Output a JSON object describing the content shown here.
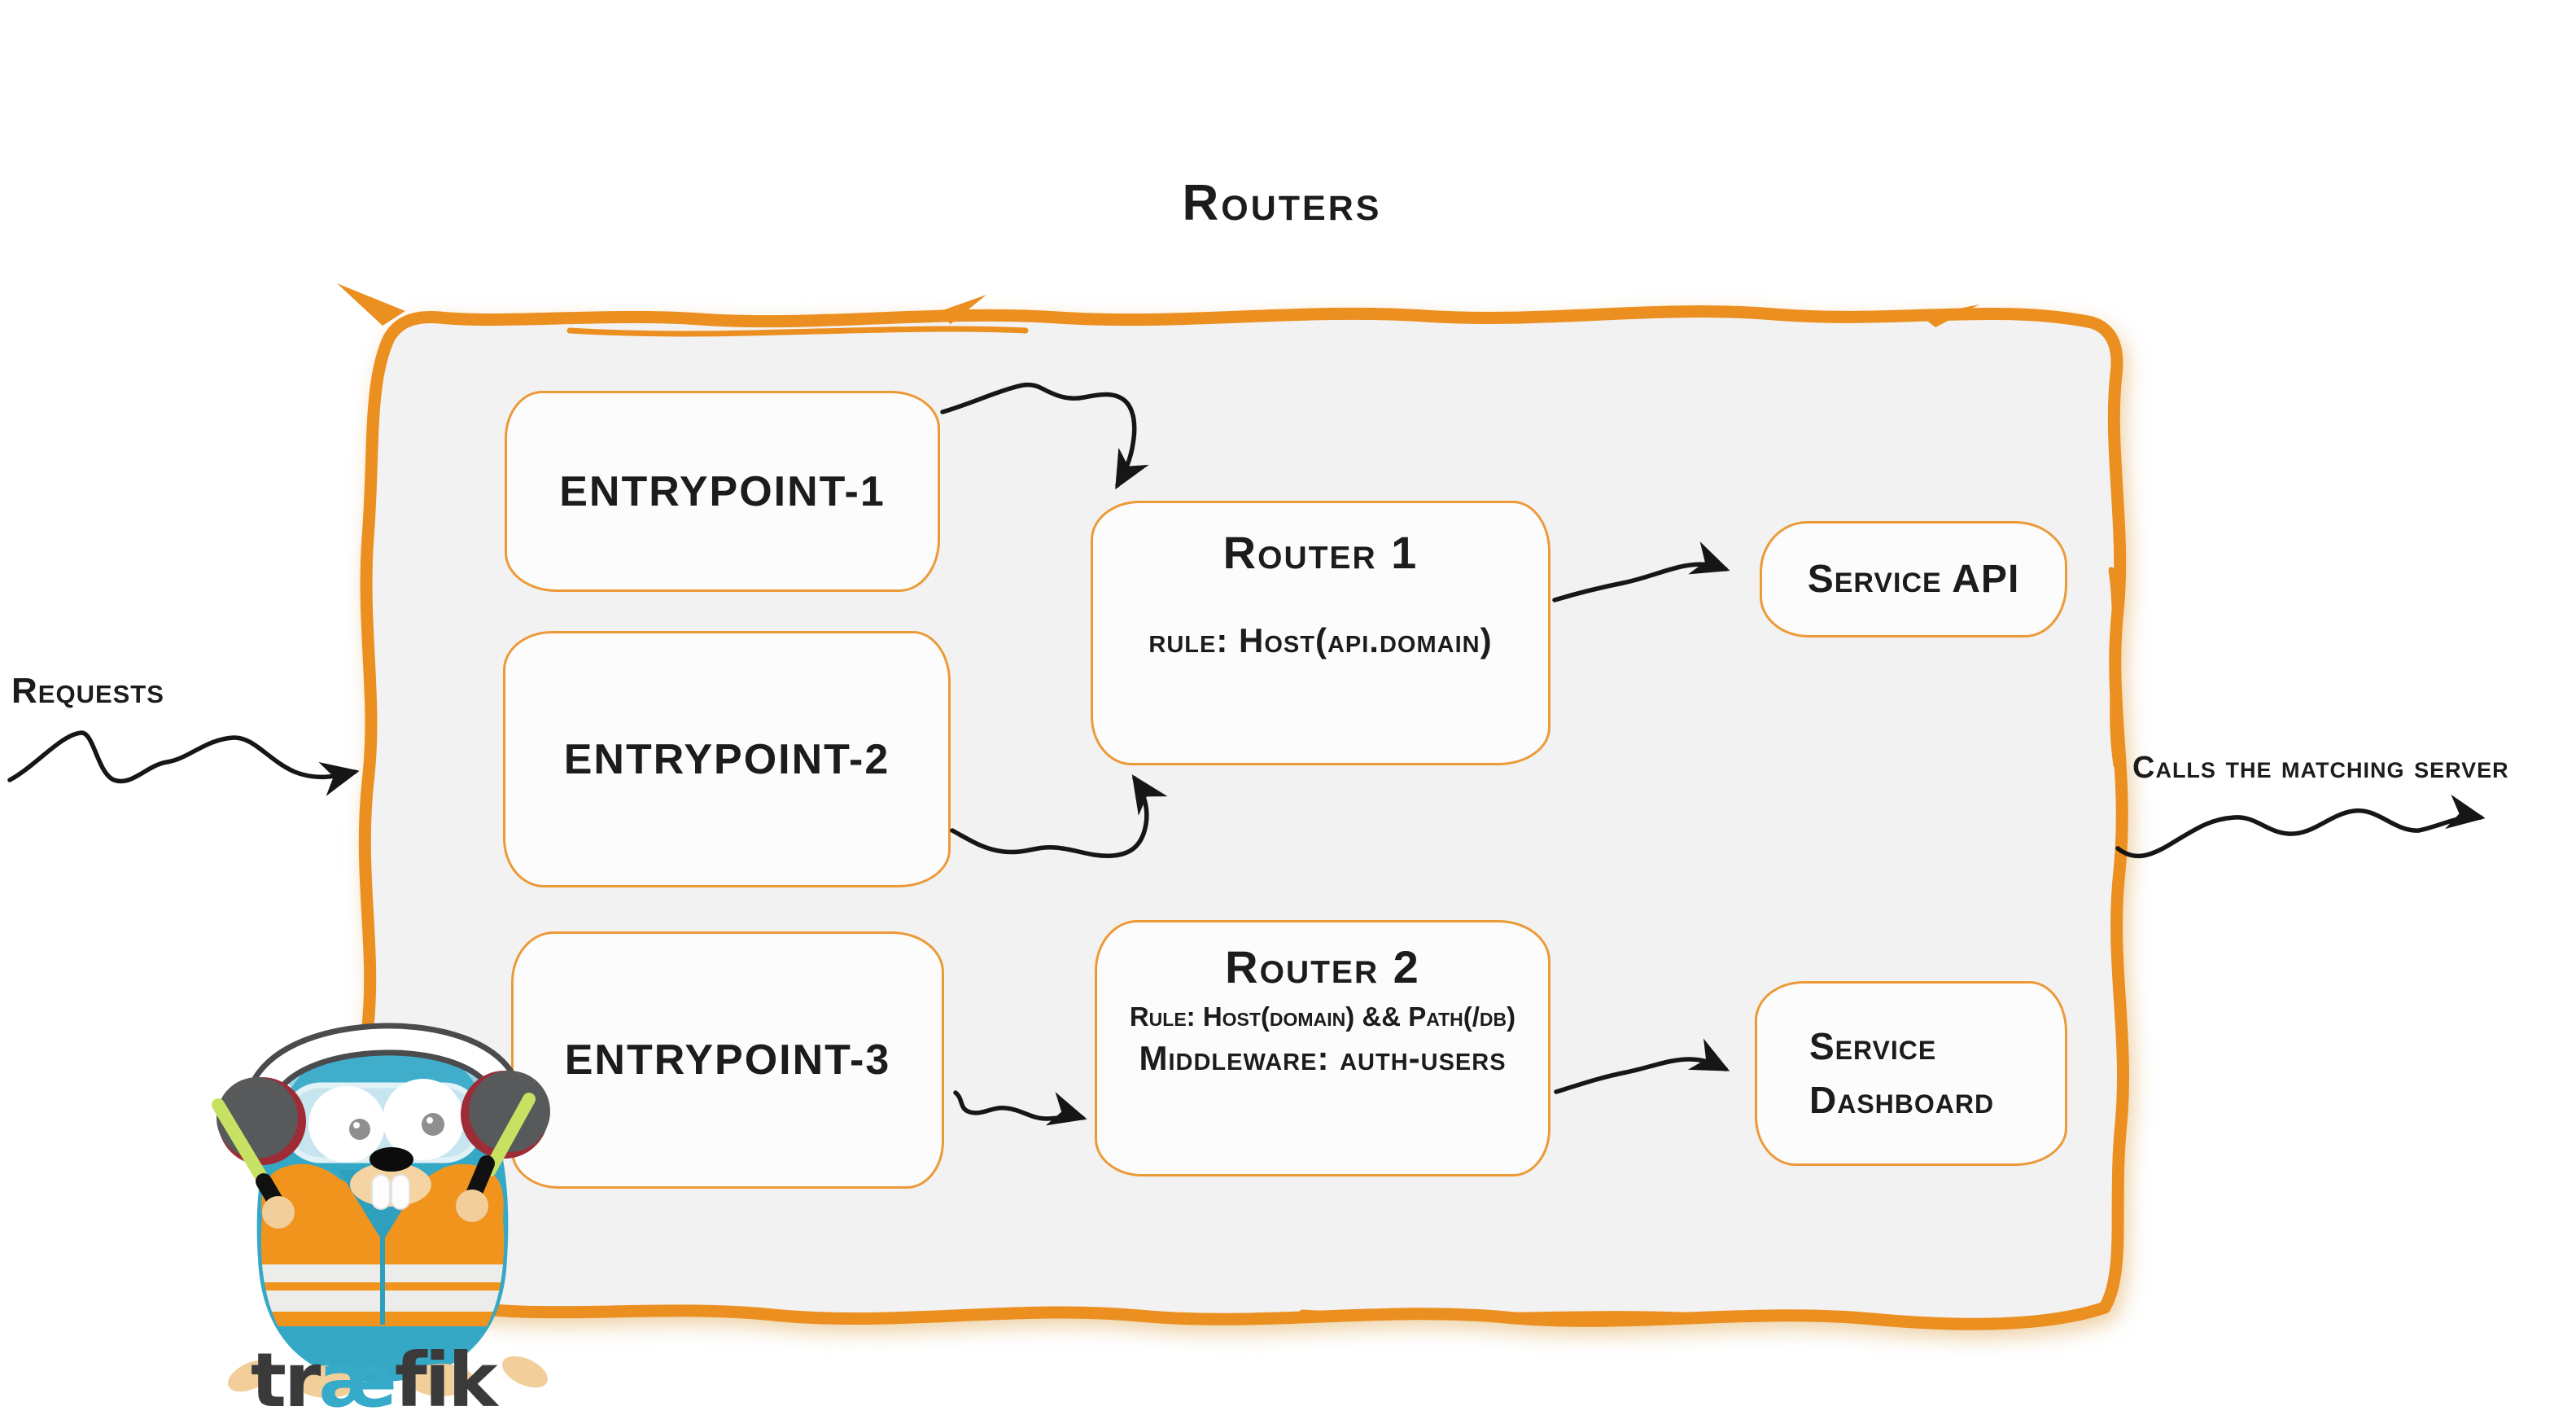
{
  "title": "Routers",
  "annotations": {
    "requests": "Requests",
    "calls": "Calls the matching server"
  },
  "entrypoints": [
    {
      "label": "ENTRYPOINT-1"
    },
    {
      "label": "ENTRYPOINT-2"
    },
    {
      "label": "ENTRYPOINT-3"
    }
  ],
  "routers": [
    {
      "name": "Router 1",
      "rule": "rule: Host(api.domain)"
    },
    {
      "name": "Router 2",
      "rule": "Rule: Host(domain) && Path(/db)",
      "middleware": "Middleware: auth-users"
    }
  ],
  "services": [
    {
      "label": "Service API"
    },
    {
      "label_line1": "Service",
      "label_line2": "Dashboard"
    }
  ],
  "logo": {
    "part1": "tr",
    "part2": "æ",
    "part3": "fik"
  },
  "connections": [
    {
      "from": "requests",
      "to": "routers-container"
    },
    {
      "from": "entrypoint-1",
      "to": "router-1"
    },
    {
      "from": "entrypoint-2",
      "to": "router-1"
    },
    {
      "from": "entrypoint-3",
      "to": "router-2"
    },
    {
      "from": "router-1",
      "to": "service-api"
    },
    {
      "from": "router-2",
      "to": "service-dashboard"
    },
    {
      "from": "routers-container",
      "to": "calls-the-matching-server"
    }
  ],
  "colors": {
    "brush_border_orange": "#EC8F21",
    "box_border_orange": "#EC9A38",
    "container_fill": "#F2F2F2",
    "box_fill": "#FCFCFC",
    "ink_black": "#161616",
    "teal": "#36AAC9",
    "vest_orange": "#F0941E",
    "stick_green": "#C7E263",
    "tan": "#F2CE9A",
    "earmuff_gray": "#58595B",
    "earmuff_red": "#9E2B35",
    "wordmark_gray": "#3A3A3A"
  }
}
